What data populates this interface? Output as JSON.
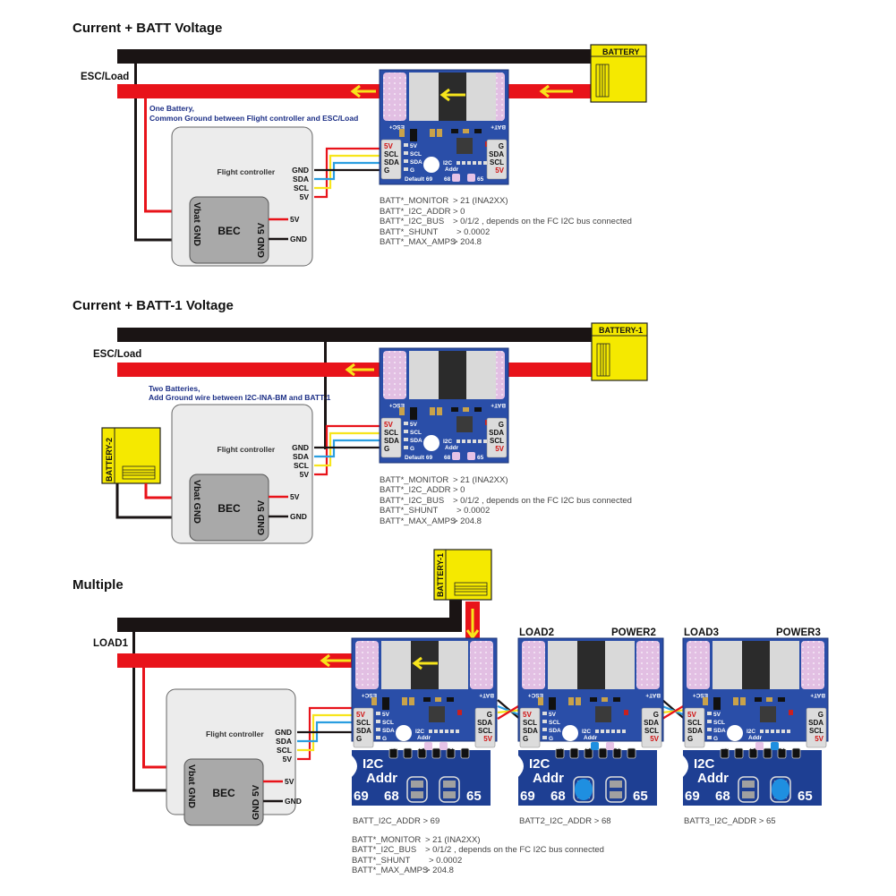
{
  "sections": [
    {
      "title": "Current + BATT Voltage",
      "load_label": "ESC/Load",
      "battery_label": "BATTERY",
      "note_line1": "One Battery,",
      "note_line2": "Common Ground between Flight controller and ESC/Load",
      "params": [
        {
          "key": "BATT*_MONITOR",
          "value": "> 21  (INA2XX)"
        },
        {
          "key": "BATT*_I2C_ADDR",
          "value": "> 0"
        },
        {
          "key": "BATT*_I2C_BUS",
          "value": "> 0/1/2 , depends on the FC I2C bus connected"
        },
        {
          "key": "BATT*_SHUNT",
          "value": "> 0.0002"
        },
        {
          "key": "BATT*_MAX_AMPS",
          "value": "> 204.8"
        }
      ]
    },
    {
      "title": "Current + BATT-1 Voltage",
      "load_label": "ESC/Load",
      "battery_label": "BATTERY-1",
      "battery2_label": "BATTERY-2",
      "note_line1": "Two Batteries,",
      "note_line2": "Add Ground wire between I2C-INA-BM and BATT-1",
      "params": [
        {
          "key": "BATT*_MONITOR",
          "value": "> 21  (INA2XX)"
        },
        {
          "key": "BATT*_I2C_ADDR",
          "value": "> 0"
        },
        {
          "key": "BATT*_I2C_BUS",
          "value": "> 0/1/2 , depends on the FC I2C bus connected"
        },
        {
          "key": "BATT*_SHUNT",
          "value": "> 0.0002"
        },
        {
          "key": "BATT*_MAX_AMPS",
          "value": "> 204.8"
        }
      ]
    },
    {
      "title": "Multiple",
      "load_label": "LOAD1",
      "battery_label": "BATTERY-1",
      "modules": [
        {
          "load_label": "",
          "power_label": "",
          "addr_param": "BATT_I2C_ADDR   > 69",
          "jumper": "none"
        },
        {
          "load_label": "LOAD2",
          "power_label": "POWER2",
          "addr_param": "BATT2_I2C_ADDR   > 68",
          "jumper": "68"
        },
        {
          "load_label": "LOAD3",
          "power_label": "POWER3",
          "addr_param": "BATT3_I2C_ADDR   > 65",
          "jumper": "65"
        }
      ],
      "params": [
        {
          "key": "BATT*_MONITOR",
          "value": "> 21  (INA2XX)"
        },
        {
          "key": "BATT*_I2C_BUS",
          "value": "> 0/1/2 , depends on the FC I2C bus connected"
        },
        {
          "key": "BATT*_SHUNT",
          "value": "> 0.0002"
        },
        {
          "key": "BATT*_MAX_AMPS",
          "value": "> 204.8"
        }
      ]
    }
  ],
  "flight_controller": {
    "label": "Flight controller",
    "pins": [
      "GND",
      "SDA",
      "SCL",
      "5V"
    ],
    "bec_label": "BEC",
    "bec_left": "Vbat  GND",
    "bec_right": "GND 5V",
    "out_5v": "5V",
    "out_gnd": "GND"
  },
  "board": {
    "esc_label": "ESC+",
    "bat_label": "BAT+",
    "left_conn": [
      "5V",
      "SCL",
      "SDA",
      "G"
    ],
    "left_pins": [
      "5V",
      "SCL",
      "SDA",
      "G"
    ],
    "right_conn": [
      "G",
      "SDA",
      "SCL",
      "5V"
    ],
    "i2c_line1": "I2C",
    "i2c_line2": "Addr",
    "default_label": "Default 69",
    "addr_68": "68",
    "addr_65": "65"
  },
  "zoom_inset": {
    "line1": "I2C",
    "line2": "Addr",
    "a69": "69",
    "a68": "68",
    "a65": "65"
  },
  "colors": {
    "wire_red": "#e8131a",
    "wire_black": "#1a1414",
    "wire_yellow": "#f7e51c",
    "wire_blue": "#2a9ee0",
    "pcb_blue": "#2a4ea8",
    "battery_yellow": "#f5e900",
    "pad_pink": "#e6c2e6",
    "jumper_blue": "#1f8fe0"
  }
}
